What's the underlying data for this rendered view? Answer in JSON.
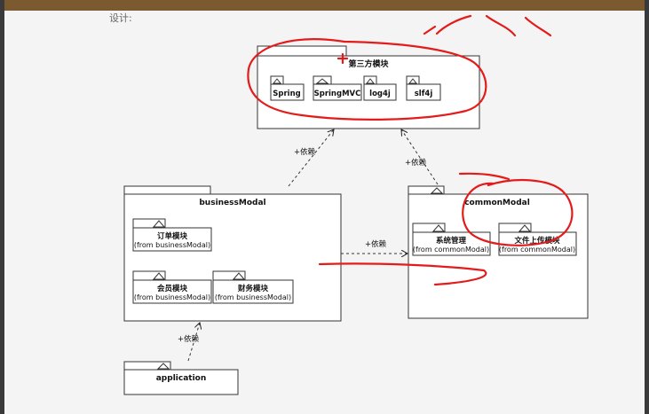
{
  "slide_fragment": "设计:",
  "third_party": {
    "title": "第三方模块",
    "packages": [
      "Spring",
      "SpringMVC",
      "log4j",
      "slf4j"
    ]
  },
  "business": {
    "title": "businessModal",
    "order": {
      "name": "订单模块",
      "from": "(from businessModal)"
    },
    "member": {
      "name": "会员模块",
      "from": "(from businessModal)"
    },
    "finance": {
      "name": "财务模块",
      "from": "(from businessModal)"
    }
  },
  "common": {
    "title": "commonModal",
    "system": {
      "name": "系统管理",
      "from": "(from commonModal)"
    },
    "upload": {
      "name": "文件上传模块",
      "from": "(from commonModal)"
    }
  },
  "application": {
    "title": "application"
  },
  "dependencies": {
    "business_to_third": "+依赖",
    "common_to_third": "+依赖",
    "business_to_common": "+依赖",
    "app_to_business": "+依赖"
  },
  "colors": {
    "annotation": "#e41b1b",
    "line": "#222222",
    "frame": "#7a5a2e"
  }
}
